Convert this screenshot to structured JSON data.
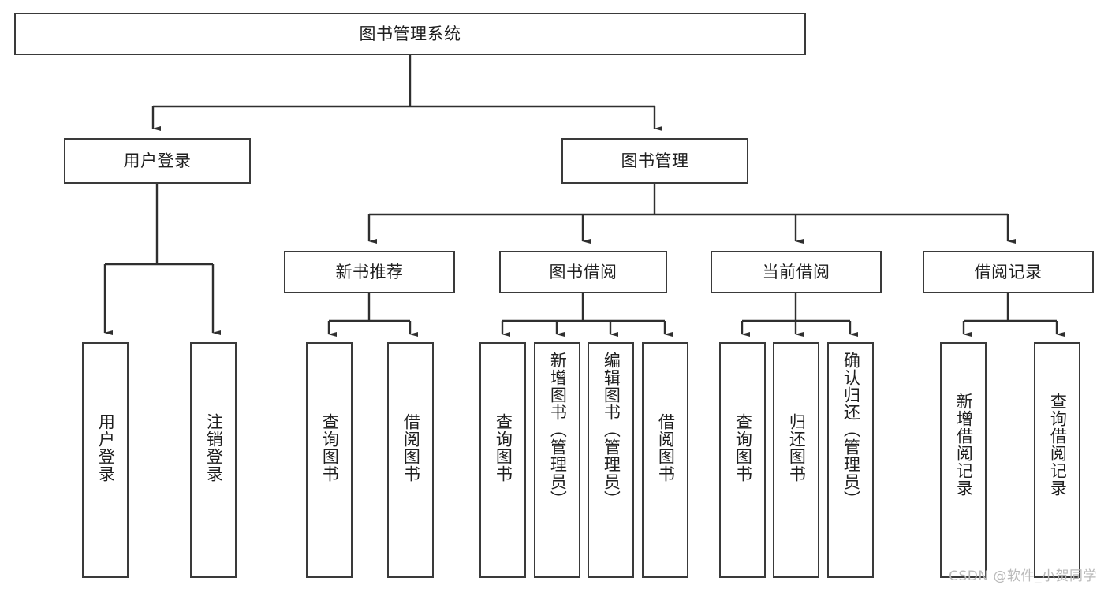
{
  "diagram": {
    "title": "图书管理系统",
    "type": "tree",
    "colors": {
      "stroke": "#3a3a3a",
      "fill": "#ffffff",
      "text": "#1f1f1f",
      "watermark": "#b9b9b9"
    },
    "root": {
      "label": "图书管理系统"
    },
    "level2": [
      {
        "id": "user-login",
        "label": "用户登录"
      },
      {
        "id": "book-manage",
        "label": "图书管理"
      }
    ],
    "level3": [
      {
        "id": "new-book-recommend",
        "label": "新书推荐",
        "parent": "book-manage"
      },
      {
        "id": "book-borrow",
        "label": "图书借阅",
        "parent": "book-manage"
      },
      {
        "id": "current-borrow",
        "label": "当前借阅",
        "parent": "book-manage"
      },
      {
        "id": "borrow-record",
        "label": "借阅记录",
        "parent": "book-manage"
      }
    ],
    "leaves": {
      "user-login": [
        {
          "id": "leaf-user-login",
          "label": "用户登录"
        },
        {
          "id": "leaf-user-logout",
          "label": "注销登录"
        }
      ],
      "new-book-recommend": [
        {
          "id": "leaf-query-book-1",
          "label": "查询图书"
        },
        {
          "id": "leaf-borrow-book-1",
          "label": "借阅图书"
        }
      ],
      "book-borrow": [
        {
          "id": "leaf-query-book-2",
          "label": "查询图书"
        },
        {
          "id": "leaf-add-book",
          "label": "新增图书（管理员）"
        },
        {
          "id": "leaf-edit-book",
          "label": "编辑图书（管理员）"
        },
        {
          "id": "leaf-borrow-book-2",
          "label": "借阅图书"
        }
      ],
      "current-borrow": [
        {
          "id": "leaf-query-book-3",
          "label": "查询图书"
        },
        {
          "id": "leaf-return-book",
          "label": "归还图书"
        },
        {
          "id": "leaf-confirm-return",
          "label": "确认归还（管理员）"
        }
      ],
      "borrow-record": [
        {
          "id": "leaf-add-record",
          "label": "新增借阅记录"
        },
        {
          "id": "leaf-query-record",
          "label": "查询借阅记录"
        }
      ]
    },
    "watermark": "CSDN @软件_小贺同学"
  }
}
